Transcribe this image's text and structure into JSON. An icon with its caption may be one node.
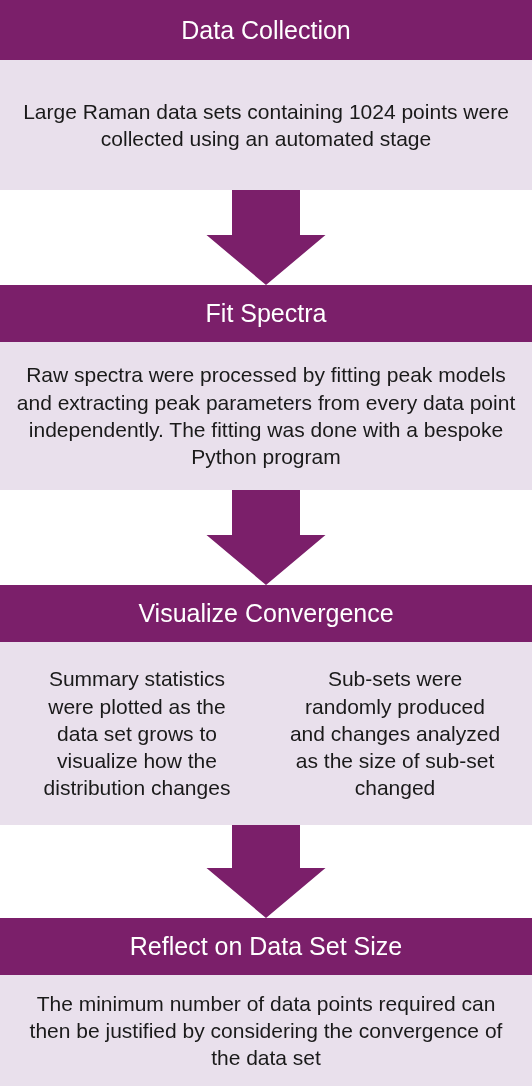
{
  "diagram": {
    "nodes": [
      {
        "text": [
          "Data Collection"
        ]
      },
      {
        "text": [
          "Large Raman data sets containing 1024 points were collected using an automated stage"
        ]
      },
      {
        "text": [
          "Fit Spectra"
        ]
      },
      {
        "text": [
          "Raw spectra were processed by fitting peak models and extracting peak parameters from every data point independently. The fitting was done with a bespoke Python program"
        ]
      },
      {
        "text": [
          "Visualize Convergence"
        ]
      },
      {
        "text": [
          "Summary statistics were plotted as the data set grows to visualize how the distribution changes",
          "Sub-sets were randomly produced and changes analyzed as the size of sub-set changed"
        ]
      },
      {
        "text": [
          "Reflect on Data Set Size"
        ]
      },
      {
        "text": [
          "The minimum number of data points required can then be justified by considering the convergence of the data set"
        ]
      }
    ],
    "edges": [
      {
        "from": 1,
        "to": 2,
        "arrow": "to",
        "style": "thick"
      },
      {
        "from": 3,
        "to": 4,
        "arrow": "to",
        "style": "thick"
      },
      {
        "from": 5,
        "to": 6,
        "arrow": "to",
        "style": "thick"
      }
    ]
  }
}
